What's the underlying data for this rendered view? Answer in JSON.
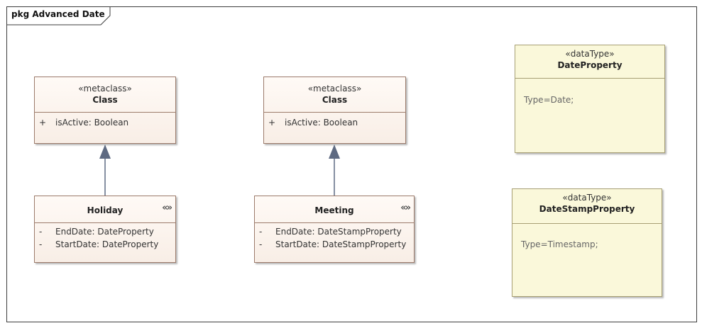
{
  "frame": {
    "title": "pkg Advanced Date"
  },
  "metaclass_left": {
    "stereotype": "«metaclass»",
    "name": "Class",
    "attributes": [
      {
        "visibility": "+",
        "text": "isActive: Boolean"
      }
    ]
  },
  "metaclass_right": {
    "stereotype": "«metaclass»",
    "name": "Class",
    "attributes": [
      {
        "visibility": "+",
        "text": "isActive: Boolean"
      }
    ]
  },
  "holiday": {
    "name": "Holiday",
    "marker": "«»",
    "attributes": [
      {
        "visibility": "-",
        "text": "EndDate: DateProperty"
      },
      {
        "visibility": "-",
        "text": "StartDate: DateProperty"
      }
    ]
  },
  "meeting": {
    "name": "Meeting",
    "marker": "«»",
    "attributes": [
      {
        "visibility": "-",
        "text": "EndDate: DateStampProperty"
      },
      {
        "visibility": "-",
        "text": "StartDate: DateStampProperty"
      }
    ]
  },
  "date_property": {
    "stereotype": "«dataType»",
    "name": "DateProperty",
    "note": "Type=Date;"
  },
  "datestamp_property": {
    "stereotype": "«dataType»",
    "name": "DateStampProperty",
    "note": "Type=Timestamp;"
  },
  "colors": {
    "class_border": "#9c7b6b",
    "datatype_fill": "#faf8da",
    "connector": "#5e6a82"
  }
}
